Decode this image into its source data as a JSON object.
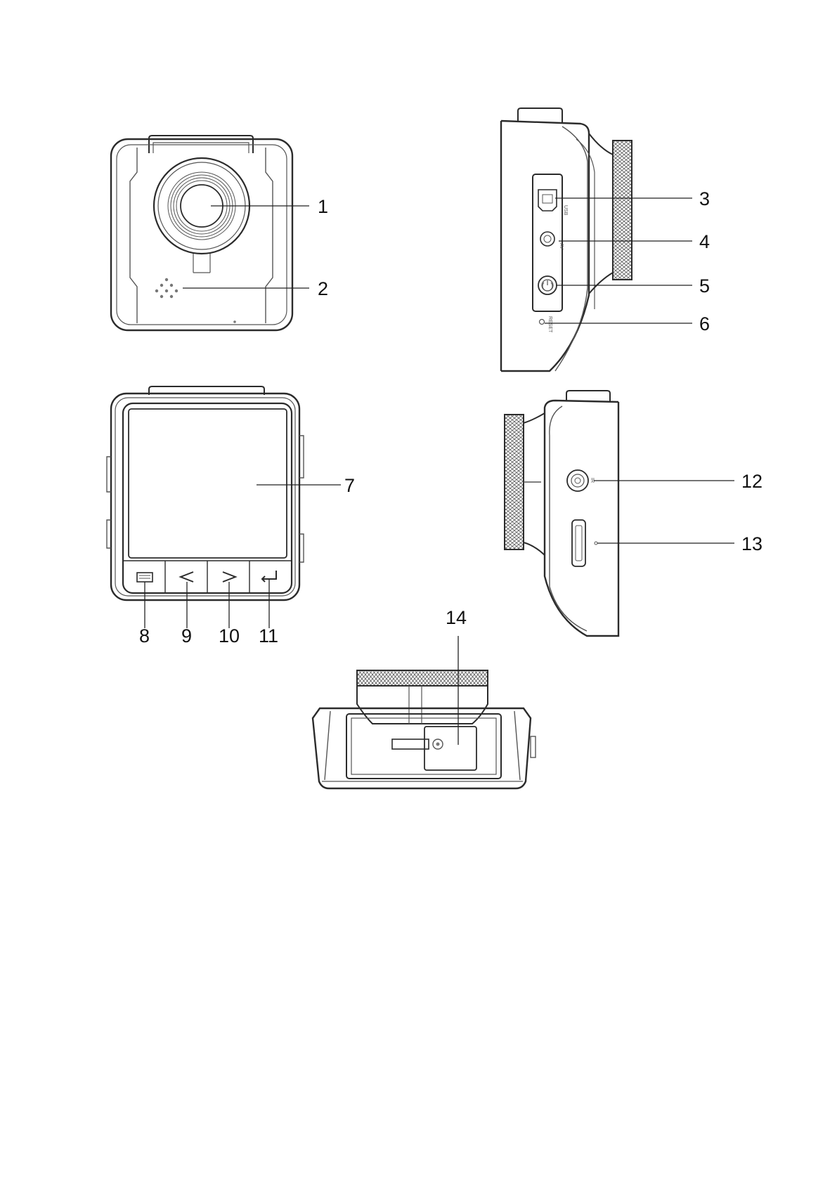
{
  "diagram": {
    "views": [
      "front-view",
      "right-side-view",
      "rear-view",
      "left-side-view",
      "bottom-view"
    ],
    "callouts": [
      {
        "id": "1",
        "label": "1"
      },
      {
        "id": "2",
        "label": "2"
      },
      {
        "id": "3",
        "label": "3"
      },
      {
        "id": "4",
        "label": "4"
      },
      {
        "id": "5",
        "label": "5"
      },
      {
        "id": "6",
        "label": "6"
      },
      {
        "id": "7",
        "label": "7"
      },
      {
        "id": "8",
        "label": "8"
      },
      {
        "id": "9",
        "label": "9"
      },
      {
        "id": "10",
        "label": "10"
      },
      {
        "id": "11",
        "label": "11"
      },
      {
        "id": "12",
        "label": "12"
      },
      {
        "id": "13",
        "label": "13"
      },
      {
        "id": "14",
        "label": "14"
      }
    ],
    "button_icons": [
      "menu-icon",
      "left-arrow-icon",
      "right-arrow-icon",
      "return-icon"
    ],
    "colors": {
      "line": "#2b2b2b",
      "background": "#ffffff"
    }
  }
}
